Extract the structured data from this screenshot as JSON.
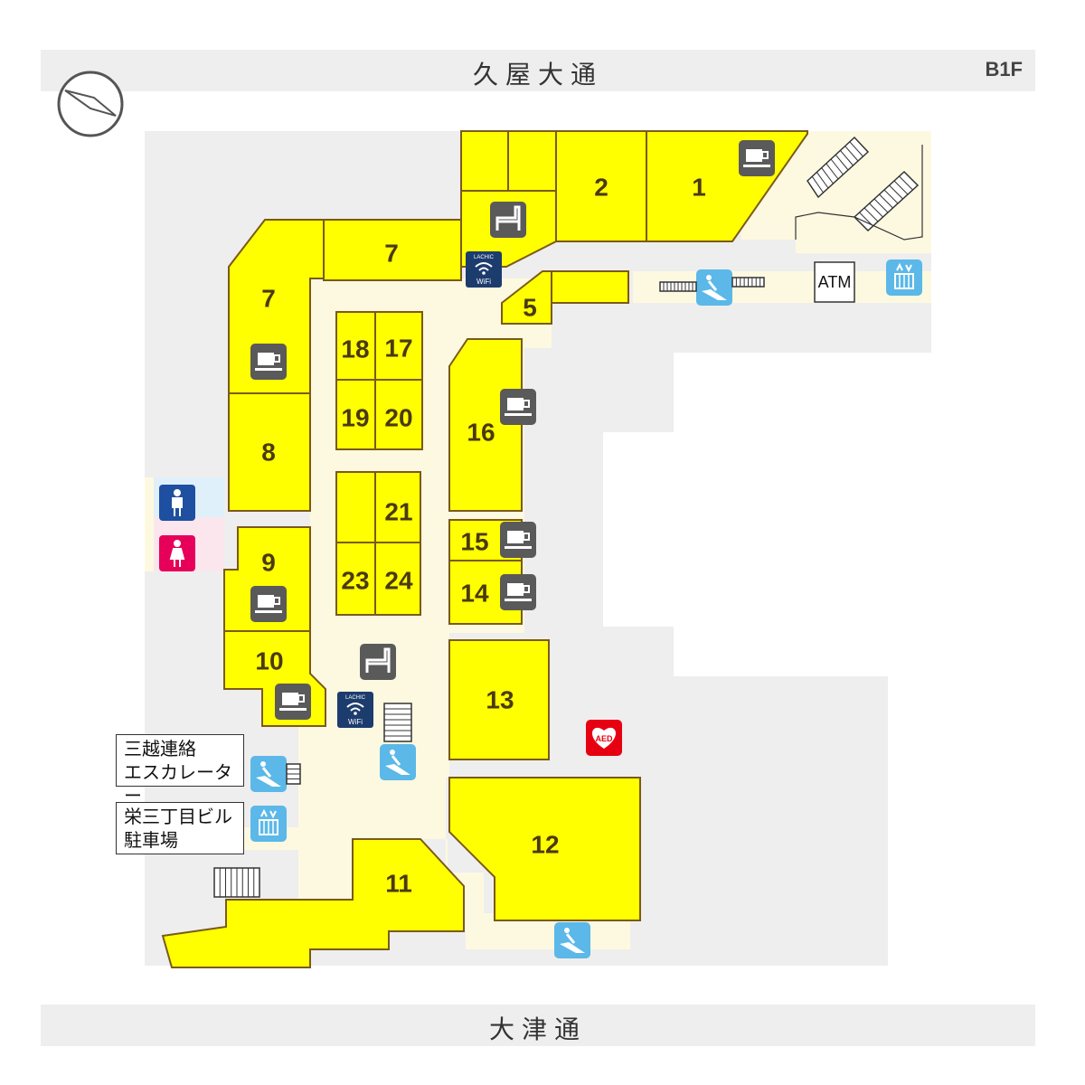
{
  "floor": "B1F",
  "streets": {
    "north": "久屋大通",
    "south": "大津通"
  },
  "map_labels": {
    "mitsukoshi_escalator": [
      "三越連絡",
      "エスカレーター"
    ],
    "parking": [
      "栄三丁目ビル",
      "駐車場"
    ],
    "atm": "ATM",
    "aed": "AED",
    "wifi_top": "LACHIC",
    "wifi_bottom": "WiFi"
  },
  "stores": [
    "1",
    "2",
    "5",
    "7",
    "7",
    "8",
    "9",
    "10",
    "11",
    "12",
    "13",
    "14",
    "15",
    "16",
    "17",
    "18",
    "19",
    "20",
    "21",
    "23",
    "24"
  ],
  "colors": {
    "shop_fill": "#ffff00",
    "shop_stroke": "#7a5a1a",
    "corridor": "#fdf9e0",
    "outline": "#eeeeee",
    "icon_gray": "#5a5a5a",
    "escalator_blue": "#5bb8e8",
    "wifi_navy": "#1d3c6e",
    "mens_blue": "#1f4fa0",
    "womens_pink": "#e6005a",
    "aed_red": "#e60012"
  }
}
